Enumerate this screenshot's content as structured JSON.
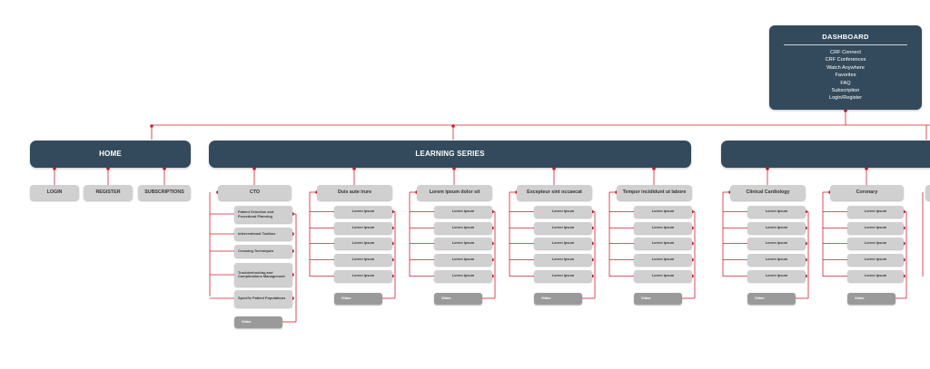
{
  "dashboard": {
    "title": "DASHBOARD",
    "items": [
      "CRF Connect",
      "CRF Conferences",
      "Watch Anywhere",
      "Favorites",
      "FAQ",
      "Subscription",
      "Login/Register"
    ]
  },
  "home": {
    "title": "HOME",
    "children": [
      "LOGIN",
      "REGISTER",
      "SUBSCRIPTIONS"
    ]
  },
  "learning_series": {
    "title": "LEARNING SERIES",
    "cto": {
      "title": "CTO",
      "items": [
        "Patient Selection and Procedural Planning",
        "Interventional Toolbox",
        "Crossing Techniques",
        "Troubleshooting and Complications Management",
        "Specific Patient Populations"
      ],
      "video": "Video"
    },
    "series": [
      {
        "title": "Duis aute irure",
        "items": [
          "Lorem Ipsum",
          "Lorem Ipsum",
          "Lorem Ipsum",
          "Lorem Ipsum",
          "Lorem Ipsum"
        ],
        "video": "Video"
      },
      {
        "title": "Lorem ipsum dolor sit",
        "items": [
          "Lorem Ipsum",
          "Lorem Ipsum",
          "Lorem Ipsum",
          "Lorem Ipsum",
          "Lorem Ipsum"
        ],
        "video": "Video"
      },
      {
        "title": "Excepteur sint occaecat",
        "items": [
          "Lorem Ipsum",
          "Lorem Ipsum",
          "Lorem Ipsum",
          "Lorem Ipsum",
          "Lorem Ipsum"
        ],
        "video": "Video"
      },
      {
        "title": "Tempor incididunt ut labore",
        "items": [
          "Lorem Ipsum",
          "Lorem Ipsum",
          "Lorem Ipsum",
          "Lorem Ipsum",
          "Lorem Ipsum"
        ],
        "video": "Video"
      }
    ]
  },
  "third_section": {
    "title": "",
    "series": [
      {
        "title": "Clinical Cardiology",
        "items": [
          "Lorem Ipsum",
          "Lorem Ipsum",
          "Lorem Ipsum",
          "Lorem Ipsum",
          "Lorem Ipsum"
        ],
        "video": "Video"
      },
      {
        "title": "Coronary",
        "items": [
          "Lorem Ipsum",
          "Lorem Ipsum",
          "Lorem Ipsum",
          "Lorem Ipsum",
          "Lorem Ipsum"
        ],
        "video": "Video"
      }
    ]
  },
  "colors": {
    "header_bg": "#334a5c",
    "connector": "#d01f2e",
    "node_bg": "#d0d0d0",
    "video_bg": "#9a9a9a"
  }
}
